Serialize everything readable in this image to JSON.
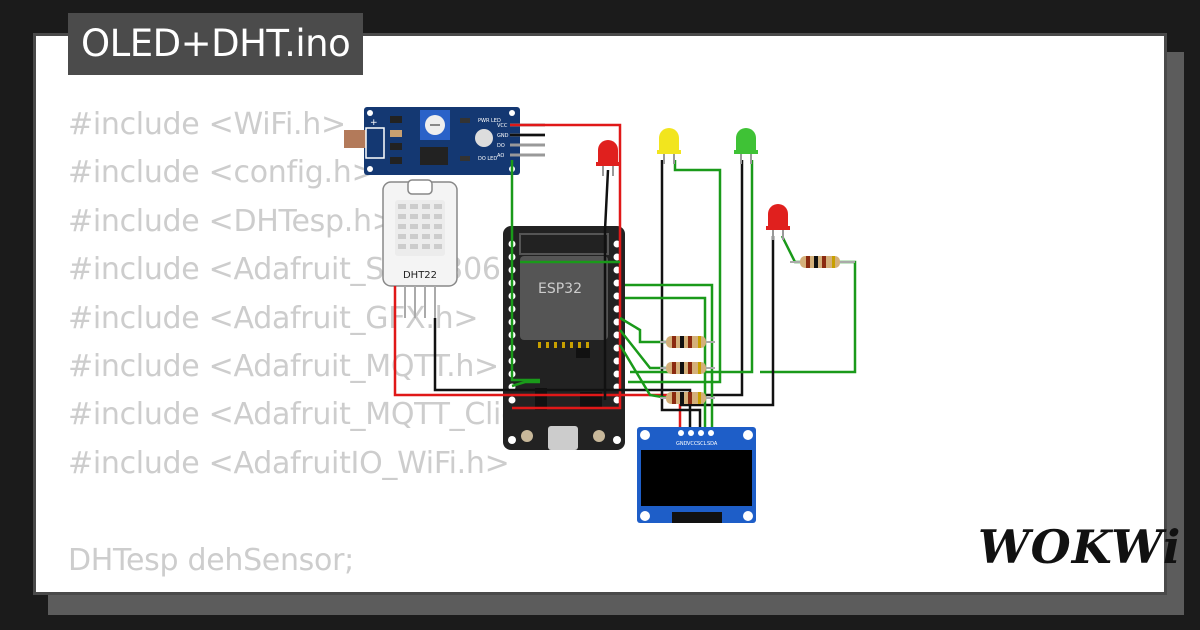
{
  "title": "OLED+DHT.ino",
  "code_lines": [
    "#include <WiFi.h>",
    "#include <config.h>",
    "#include <DHTesp.h>",
    "#include <Adafruit_SSD1306.h>",
    "#include <Adafruit_GFX.h>",
    "#include <Adafruit_MQTT.h>",
    "#include <Adafruit_MQTT_Client.h>",
    "#include <AdafruitIO_WiFi.h>",
    "",
    "DHTesp dehSensor;"
  ],
  "components": {
    "esp32_label": "ESP32",
    "dht_label": "DHT22",
    "oled_pins": [
      "GND",
      "VCC",
      "SCL",
      "SDA"
    ],
    "ldr_pins": [
      "VCC",
      "GND",
      "DO",
      "AO"
    ],
    "ldr_led_labels": [
      "PWR LED",
      "DO LED"
    ]
  },
  "led_colors": [
    "#e0201e",
    "#f2e51e",
    "#3fc236",
    "#e0201e"
  ],
  "logo": "WOKWi"
}
